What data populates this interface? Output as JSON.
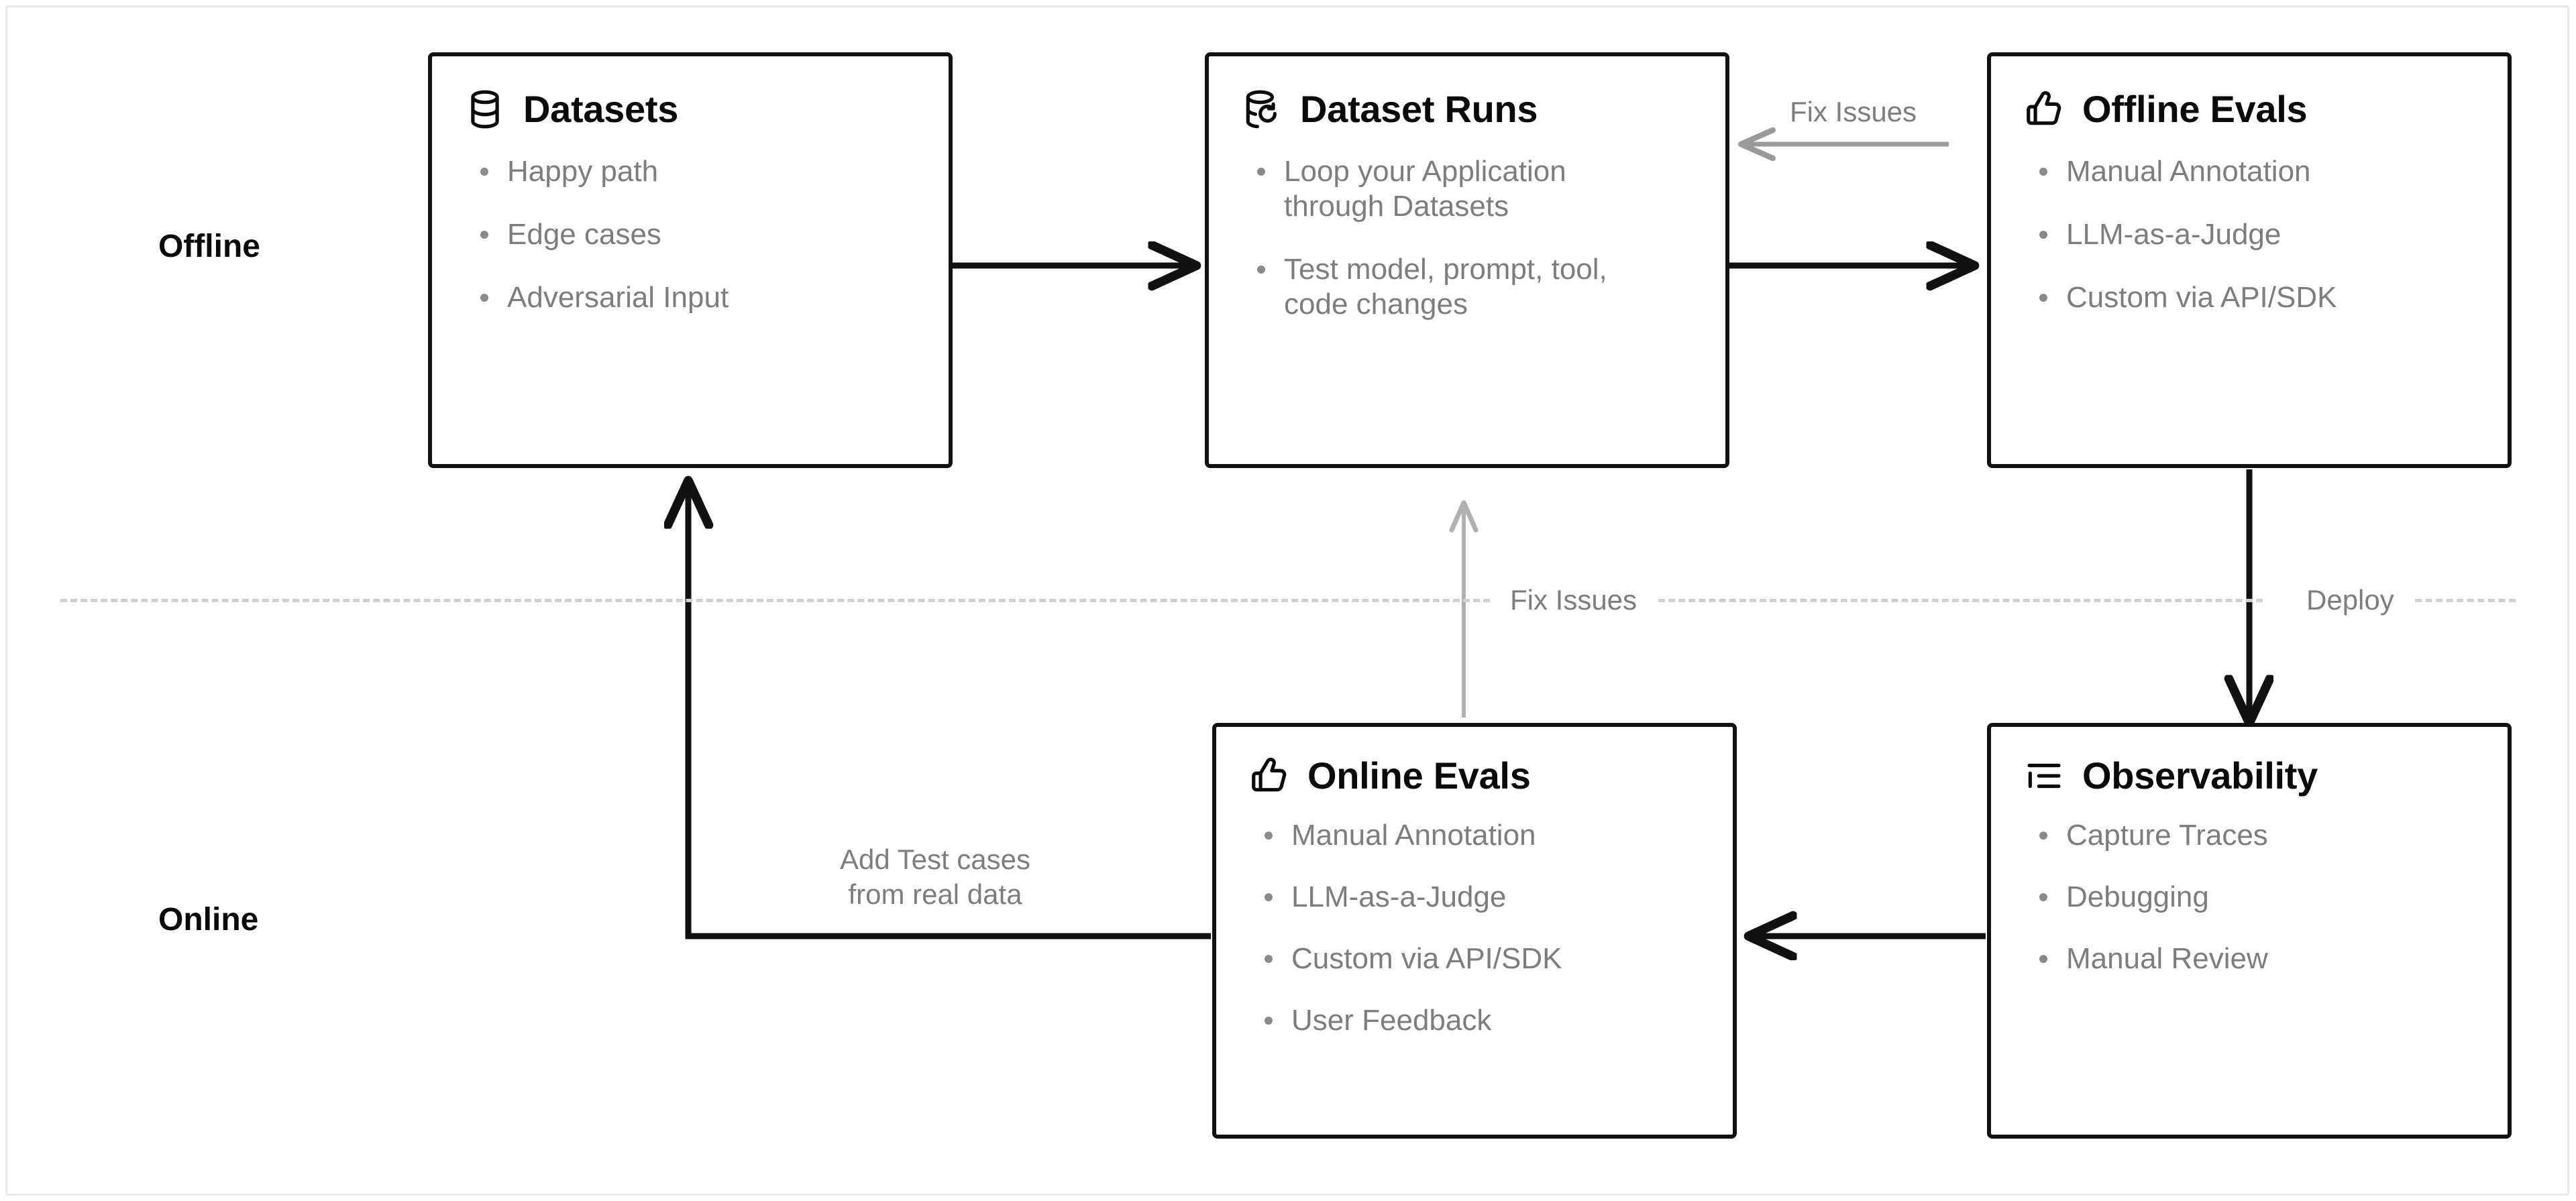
{
  "diagram": {
    "lanes": [
      {
        "id": "offline",
        "label": "Offline"
      },
      {
        "id": "online",
        "label": "Online"
      }
    ],
    "nodes": [
      {
        "id": "datasets",
        "title": "Datasets",
        "icon": "database-icon",
        "items": [
          "Happy path",
          "Edge cases",
          "Adversarial Input"
        ]
      },
      {
        "id": "dataset-runs",
        "title": "Dataset Runs",
        "icon": "database-refresh-icon",
        "items": [
          "Loop your Application through Datasets",
          "Test model, prompt, tool, code changes"
        ]
      },
      {
        "id": "offline-evals",
        "title": "Offline Evals",
        "icon": "thumbs-up-icon",
        "items": [
          "Manual Annotation",
          "LLM-as-a-Judge",
          "Custom via API/SDK"
        ]
      },
      {
        "id": "online-evals",
        "title": "Online Evals",
        "icon": "thumbs-up-icon",
        "items": [
          "Manual Annotation",
          "LLM-as-a-Judge",
          "Custom via API/SDK",
          "User Feedback"
        ]
      },
      {
        "id": "observability",
        "title": "Observability",
        "icon": "list-tree-icon",
        "items": [
          "Capture Traces",
          "Debugging",
          "Manual Review"
        ]
      }
    ],
    "edges": [
      {
        "id": "datasets-to-runs",
        "label": "",
        "color": "#111111"
      },
      {
        "id": "runs-to-offline-evals",
        "label": "",
        "color": "#111111"
      },
      {
        "id": "offline-evals-to-runs",
        "label": "Fix Issues",
        "color": "#9a9a9a"
      },
      {
        "id": "offline-evals-to-observability",
        "label": "Deploy",
        "color": "#111111"
      },
      {
        "id": "observability-to-online-evals",
        "label": "",
        "color": "#111111"
      },
      {
        "id": "online-evals-to-datasets",
        "label": "Add Test cases\nfrom real data",
        "color": "#111111"
      },
      {
        "id": "online-evals-to-dataset-runs",
        "label": "Fix Issues",
        "color": "#b0b0b0"
      }
    ],
    "edge_labels": {
      "fix_issues_top": "Fix Issues",
      "fix_issues_middle": "Fix Issues",
      "deploy": "Deploy",
      "add_test_cases_line1": "Add Test cases",
      "add_test_cases_line2": "from real data"
    },
    "colors": {
      "node_border": "#111111",
      "node_title": "#0a0a0a",
      "bullet_text": "#7d7d7d",
      "arrow_black": "#111111",
      "arrow_gray": "#9a9a9a",
      "divider": "#cfcfcf",
      "background": "#ffffff",
      "frame": "#e8e8e8"
    }
  }
}
